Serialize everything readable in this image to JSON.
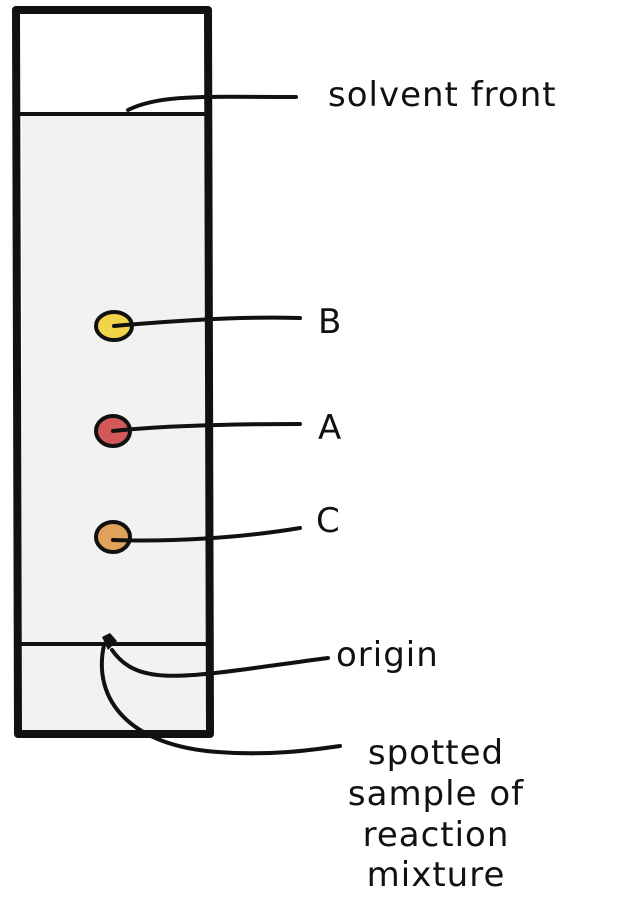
{
  "labels": {
    "solvent_front": "solvent front",
    "spot_b": "B",
    "spot_a": "A",
    "spot_c": "C",
    "origin": "origin",
    "sample": "spotted\nsample of\nreaction\nmixture"
  },
  "colors": {
    "outline": "#111111",
    "plate_fill": "#f2f2f2",
    "spot_b": "#f2d44a",
    "spot_a": "#d2585a",
    "spot_c": "#e0a25a"
  }
}
